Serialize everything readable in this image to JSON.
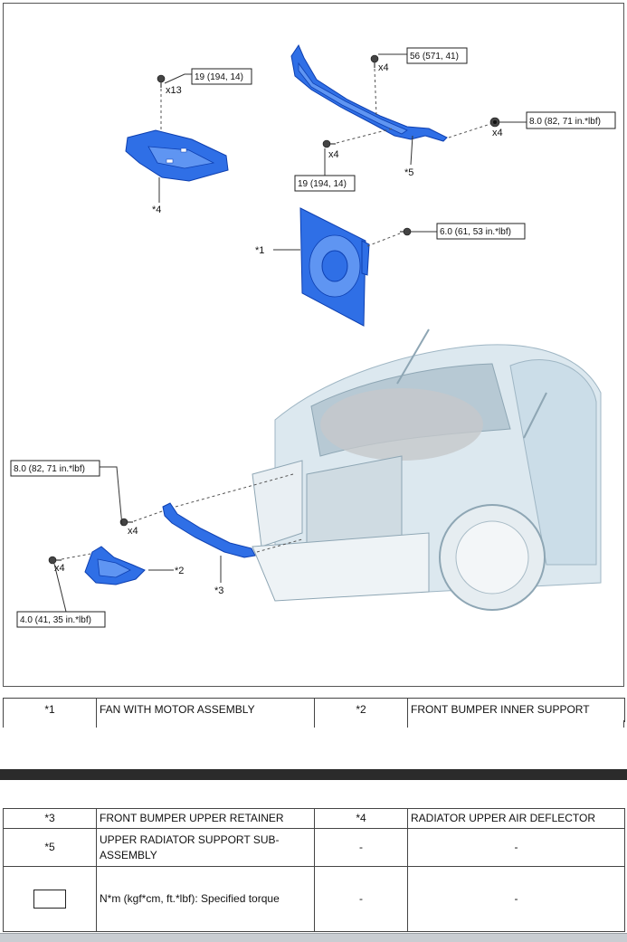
{
  "diagram": {
    "torque_labels": {
      "t_19_top": "19 (194, 14)",
      "t_56": "56 (571, 41)",
      "t_8_right": "8.0 (82, 71 in.*lbf)",
      "t_19_mid": "19 (194, 14)",
      "t_6": "6.0 (61, 53 in.*lbf)",
      "t_8_left": "8.0 (82, 71 in.*lbf)",
      "t_4": "4.0 (41, 35 in.*lbf)"
    },
    "qty_labels": {
      "q_x13": "x13",
      "q_x4_top": "x4",
      "q_x4_right": "x4",
      "q_x4_mid": "x4",
      "q_x4_left_upper": "x4",
      "q_x4_left_lower": "x4"
    },
    "callouts": {
      "c1": "*1",
      "c2": "*2",
      "c3": "*3",
      "c4": "*4",
      "c5": "*5"
    },
    "colors": {
      "part_blue": "#2f6fe6",
      "car_shade": "#c9dbe6"
    }
  },
  "legend": {
    "top_row": [
      {
        "num": "*1",
        "text": "FAN WITH MOTOR ASSEMBLY"
      },
      {
        "num": "*2",
        "text": "FRONT BUMPER INNER SUPPORT"
      }
    ],
    "rows": [
      {
        "num": "*3",
        "text": "FRONT BUMPER UPPER RETAINER",
        "num2": "*4",
        "text2": "RADIATOR UPPER AIR DEFLECTOR"
      },
      {
        "num": "*5",
        "text": "UPPER RADIATOR SUPPORT SUB-ASSEMBLY",
        "num2": "-",
        "text2": "-"
      },
      {
        "num": "",
        "text": "N*m (kgf*cm, ft.*lbf): Specified torque",
        "num2": "-",
        "text2": "-"
      }
    ]
  }
}
